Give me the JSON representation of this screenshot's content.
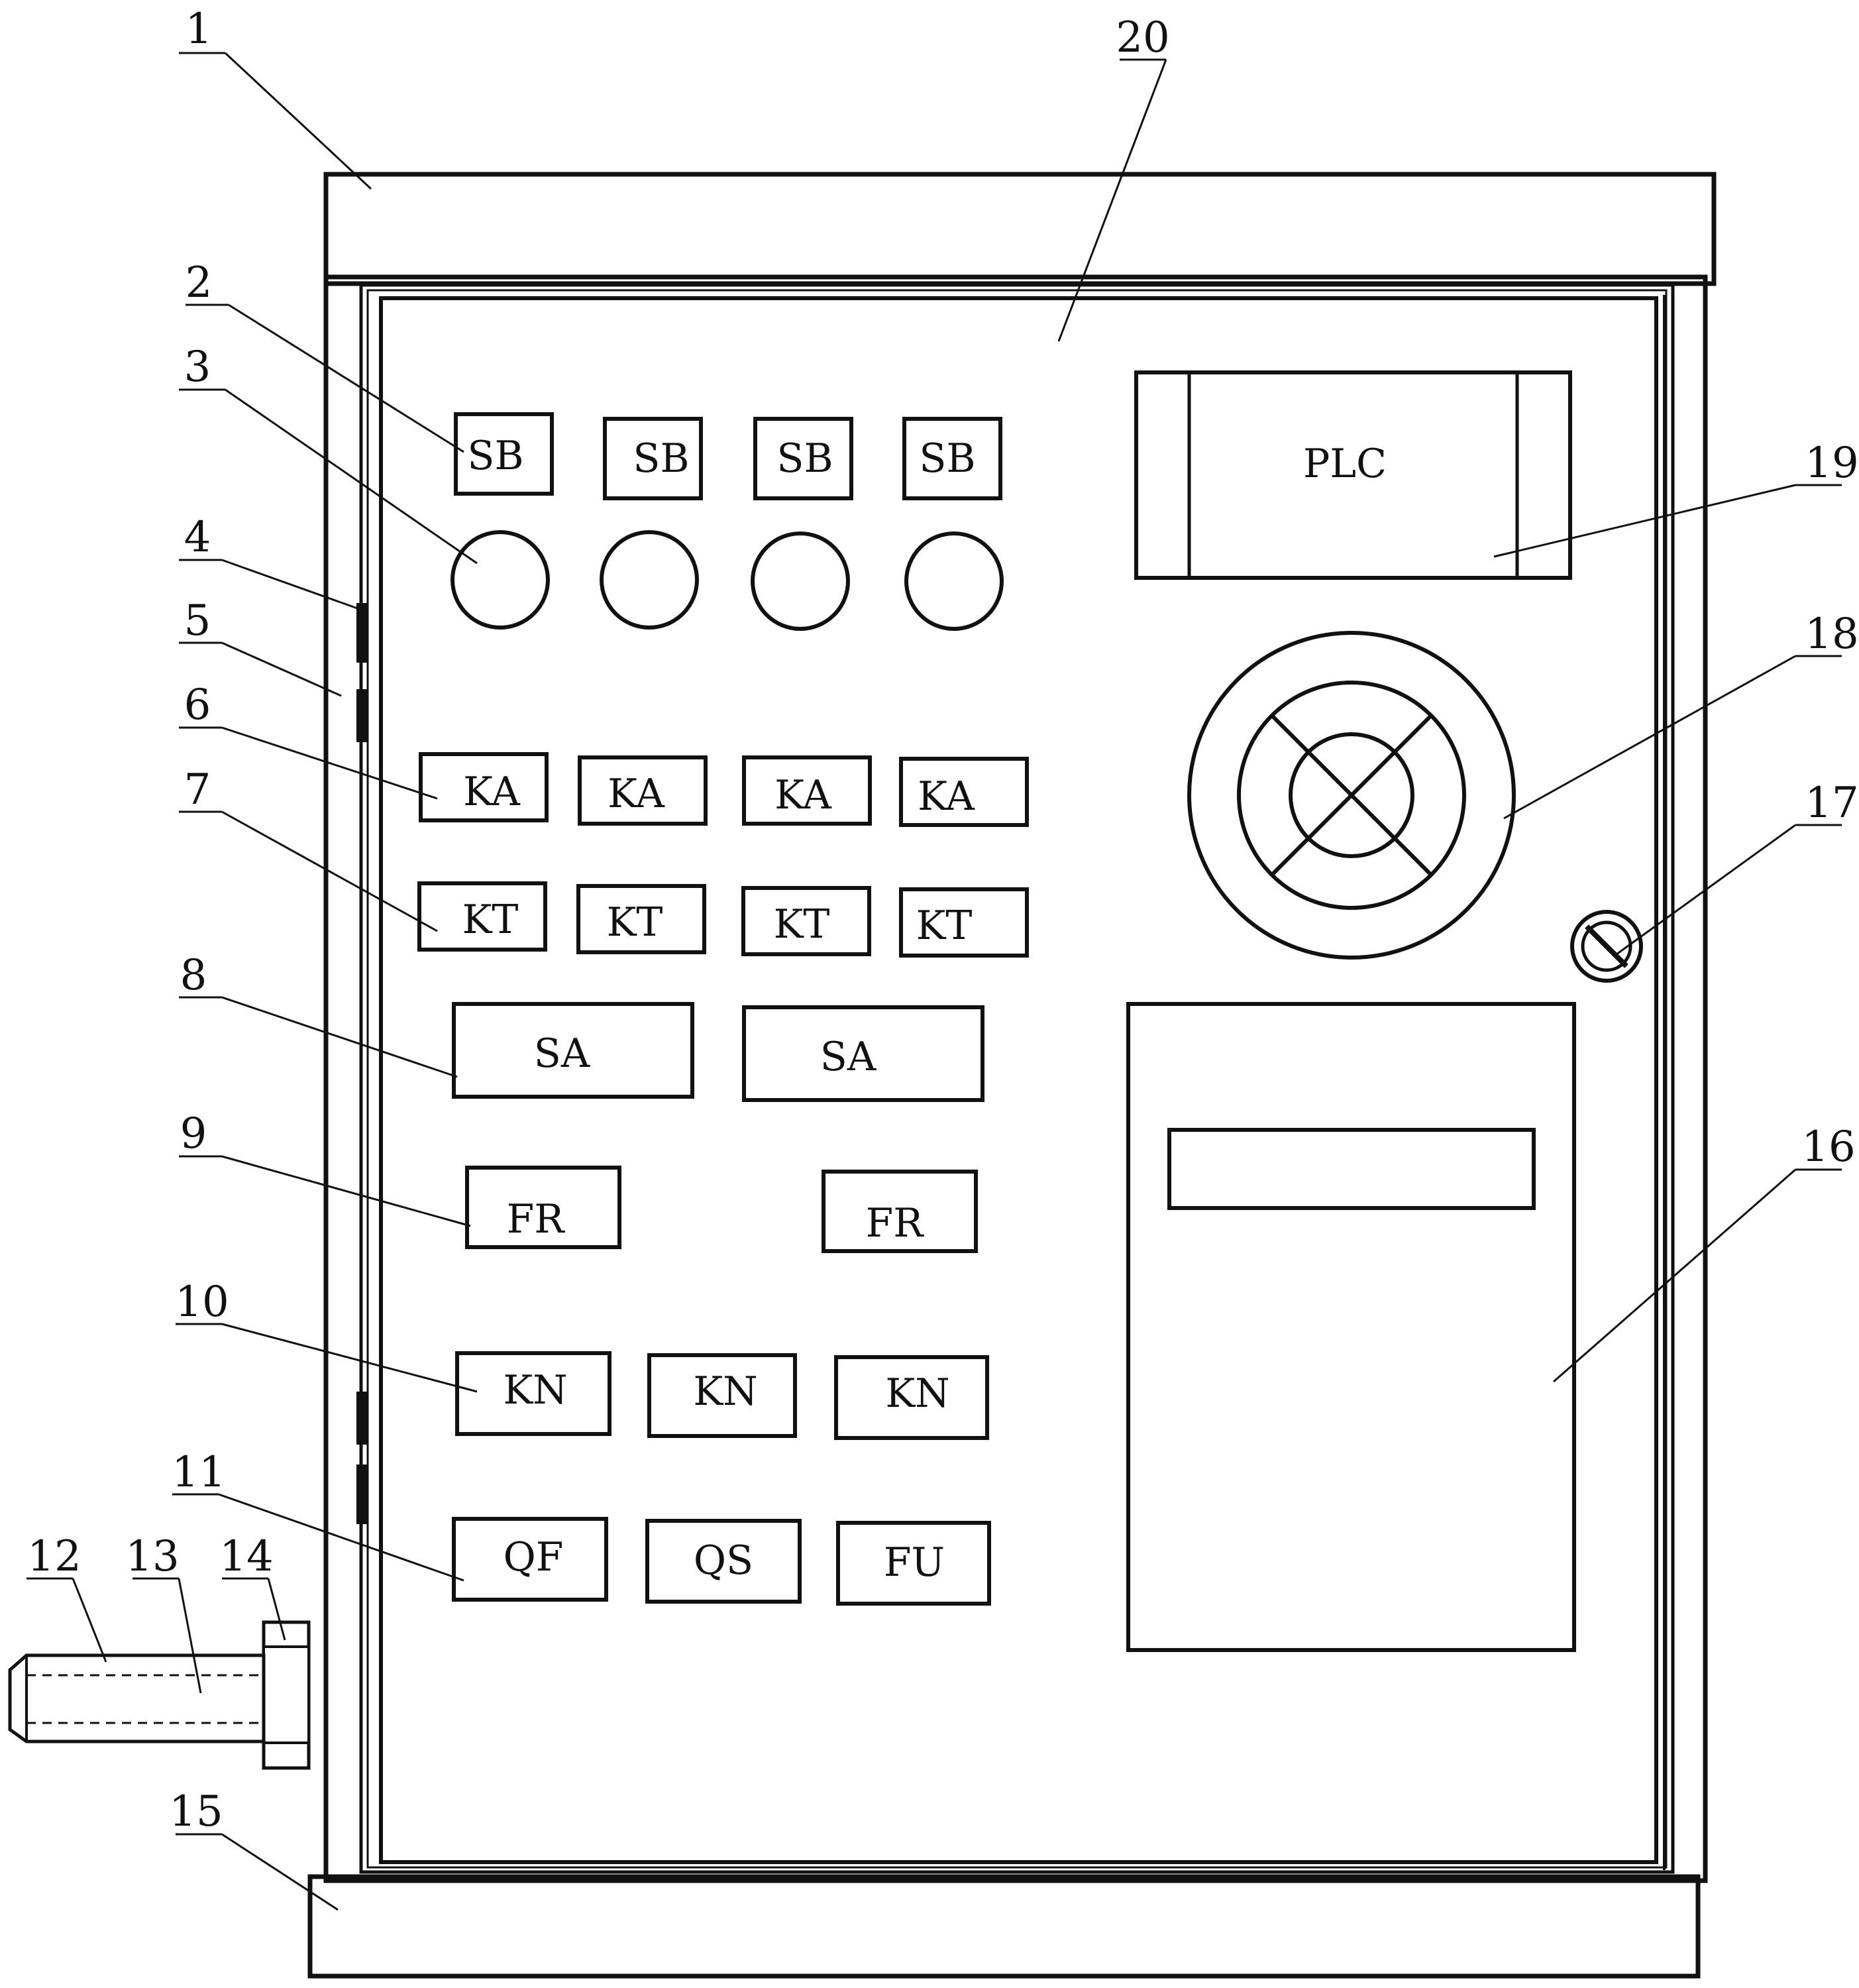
{
  "numbers": [
    "1",
    "2",
    "3",
    "4",
    "5",
    "6",
    "7",
    "8",
    "9",
    "10",
    "11",
    "12",
    "13",
    "14",
    "15",
    "16",
    "17",
    "18",
    "19",
    "20"
  ],
  "sb": [
    "SB",
    "SB",
    "SB",
    "SB"
  ],
  "ka": [
    "KA",
    "KA",
    "KA",
    "KA"
  ],
  "kt": [
    "KT",
    "KT",
    "KT",
    "KT"
  ],
  "sa": [
    "SA",
    "SA"
  ],
  "fr": [
    "FR",
    "FR"
  ],
  "kn": [
    "KN",
    "KN",
    "KN"
  ],
  "bottom": [
    "QF",
    "QS",
    "FU"
  ],
  "plc": "PLC"
}
